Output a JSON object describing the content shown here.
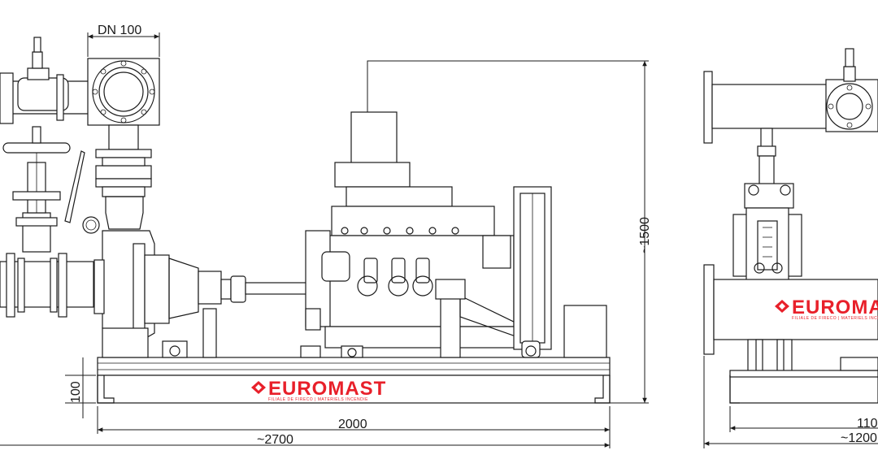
{
  "dimensions": {
    "pipe_size": "DN 100",
    "height": "~1500",
    "base_height": "100",
    "length_inner": "2000",
    "length_overall": "~2700",
    "side_width_inner": "110",
    "side_width_overall": "~1200"
  },
  "branding": {
    "name": "EUROMAST",
    "tagline": "FILIALE DE FIRECO | MATERIELS INCENDIE",
    "color": "#e8202a"
  }
}
